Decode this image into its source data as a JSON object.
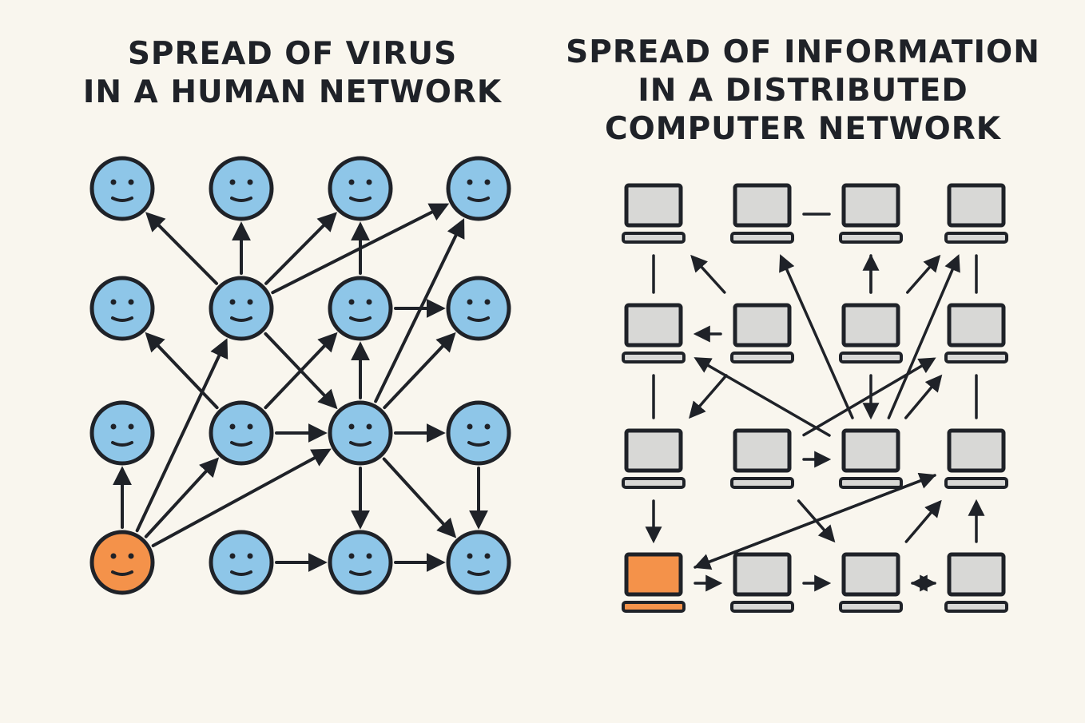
{
  "left_panel": {
    "title_lines": [
      "SPREAD OF VIRUS",
      "IN A HUMAN NETWORK"
    ],
    "node_icon": "face-icon",
    "colors": {
      "healthy": "#8ec6e8",
      "infected": "#f4924a",
      "outline": "#1f2228"
    },
    "nodes": [
      {
        "id": "p00",
        "row": 0,
        "col": 0,
        "status": "healthy"
      },
      {
        "id": "p01",
        "row": 0,
        "col": 1,
        "status": "healthy"
      },
      {
        "id": "p02",
        "row": 0,
        "col": 2,
        "status": "healthy"
      },
      {
        "id": "p03",
        "row": 0,
        "col": 3,
        "status": "healthy"
      },
      {
        "id": "p10",
        "row": 1,
        "col": 0,
        "status": "healthy"
      },
      {
        "id": "p11",
        "row": 1,
        "col": 1,
        "status": "healthy"
      },
      {
        "id": "p12",
        "row": 1,
        "col": 2,
        "status": "healthy"
      },
      {
        "id": "p13",
        "row": 1,
        "col": 3,
        "status": "healthy"
      },
      {
        "id": "p20",
        "row": 2,
        "col": 0,
        "status": "healthy"
      },
      {
        "id": "p21",
        "row": 2,
        "col": 1,
        "status": "healthy"
      },
      {
        "id": "p22",
        "row": 2,
        "col": 2,
        "status": "healthy"
      },
      {
        "id": "p23",
        "row": 2,
        "col": 3,
        "status": "healthy"
      },
      {
        "id": "p30",
        "row": 3,
        "col": 0,
        "status": "infected"
      },
      {
        "id": "p31",
        "row": 3,
        "col": 1,
        "status": "healthy"
      },
      {
        "id": "p32",
        "row": 3,
        "col": 2,
        "status": "healthy"
      },
      {
        "id": "p33",
        "row": 3,
        "col": 3,
        "status": "healthy"
      }
    ],
    "edges": [
      [
        "p30",
        "p20"
      ],
      [
        "p30",
        "p11"
      ],
      [
        "p30",
        "p21"
      ],
      [
        "p30",
        "p22"
      ],
      [
        "p11",
        "p01"
      ],
      [
        "p11",
        "p02"
      ],
      [
        "p11",
        "p03"
      ],
      [
        "p11",
        "p22"
      ],
      [
        "p21",
        "p10"
      ],
      [
        "p21",
        "p12"
      ],
      [
        "p21",
        "p22"
      ],
      [
        "p22",
        "p12"
      ],
      [
        "p22",
        "p03"
      ],
      [
        "p22",
        "p13"
      ],
      [
        "p22",
        "p23"
      ],
      [
        "p22",
        "p32"
      ],
      [
        "p22",
        "p33"
      ],
      [
        "p12",
        "p02"
      ],
      [
        "p12",
        "p13"
      ],
      [
        "p23",
        "p33"
      ],
      [
        "p31",
        "p32"
      ],
      [
        "p32",
        "p33"
      ],
      [
        "p11",
        "p00"
      ]
    ]
  },
  "right_panel": {
    "title_lines": [
      "SPREAD OF INFORMATION",
      "IN A DISTRIBUTED",
      "COMPUTER NETWORK"
    ],
    "node_icon": "laptop-icon",
    "colors": {
      "idle": "#d8d8d6",
      "source": "#f4924a",
      "outline": "#1f2228"
    },
    "nodes": [
      {
        "id": "c00",
        "row": 0,
        "col": 0,
        "status": "idle"
      },
      {
        "id": "c01",
        "row": 0,
        "col": 1,
        "status": "idle"
      },
      {
        "id": "c02",
        "row": 0,
        "col": 2,
        "status": "idle"
      },
      {
        "id": "c03",
        "row": 0,
        "col": 3,
        "status": "idle"
      },
      {
        "id": "c10",
        "row": 1,
        "col": 0,
        "status": "idle"
      },
      {
        "id": "c11",
        "row": 1,
        "col": 1,
        "status": "idle"
      },
      {
        "id": "c12",
        "row": 1,
        "col": 2,
        "status": "idle"
      },
      {
        "id": "c13",
        "row": 1,
        "col": 3,
        "status": "idle"
      },
      {
        "id": "c20",
        "row": 2,
        "col": 0,
        "status": "idle"
      },
      {
        "id": "c21",
        "row": 2,
        "col": 1,
        "status": "idle"
      },
      {
        "id": "c22",
        "row": 2,
        "col": 2,
        "status": "idle"
      },
      {
        "id": "c23",
        "row": 2,
        "col": 3,
        "status": "idle"
      },
      {
        "id": "c30",
        "row": 3,
        "col": 0,
        "status": "source"
      },
      {
        "id": "c31",
        "row": 3,
        "col": 1,
        "status": "idle"
      },
      {
        "id": "c32",
        "row": 3,
        "col": 2,
        "status": "idle"
      },
      {
        "id": "c33",
        "row": 3,
        "col": 3,
        "status": "idle"
      }
    ],
    "edges": [
      [
        "c11",
        "c00"
      ],
      [
        "c11",
        "c10"
      ],
      [
        "c11",
        "c20"
      ],
      [
        "c12",
        "c03"
      ],
      [
        "c12",
        "c02"
      ],
      [
        "c22",
        "c01"
      ],
      [
        "c22",
        "c10"
      ],
      [
        "c21",
        "c22"
      ],
      [
        "c21",
        "c13"
      ],
      [
        "c12",
        "c22"
      ],
      [
        "c22",
        "c03"
      ],
      [
        "c22",
        "c13"
      ],
      [
        "c23",
        "c30"
      ],
      [
        "c30",
        "c23"
      ],
      [
        "c20",
        "c30"
      ],
      [
        "c30",
        "c31"
      ],
      [
        "c31",
        "c32"
      ],
      [
        "c21",
        "c32"
      ],
      [
        "c32",
        "c23"
      ],
      [
        "c33",
        "c32"
      ],
      [
        "c33",
        "c23"
      ],
      [
        "c32",
        "c33"
      ]
    ],
    "plain_links": [
      [
        "c00",
        "c10"
      ],
      [
        "c10",
        "c20"
      ],
      [
        "c01",
        "c02"
      ],
      [
        "c03",
        "c13"
      ],
      [
        "c13",
        "c23"
      ],
      [
        "c02",
        "c12"
      ]
    ]
  }
}
